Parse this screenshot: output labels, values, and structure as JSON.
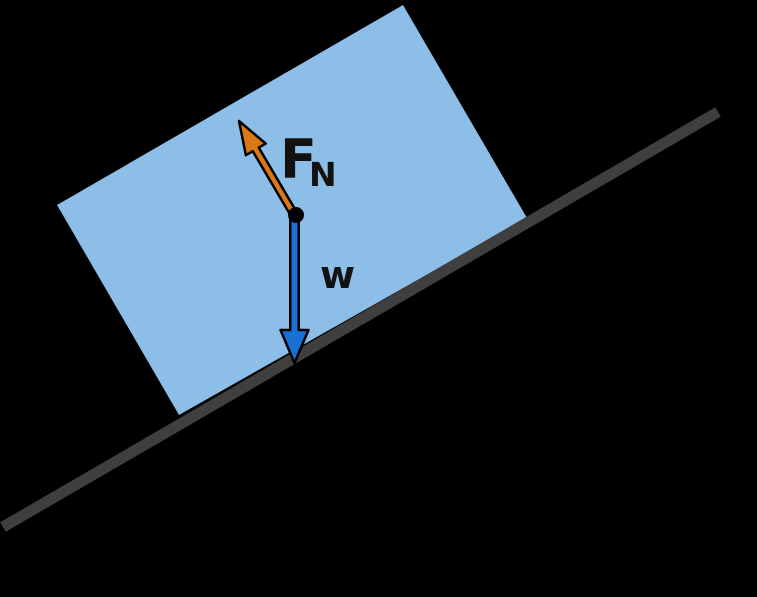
{
  "figure": {
    "labels": {
      "normal_force": "F",
      "normal_force_subscript": "N",
      "weight": "w"
    },
    "colors": {
      "background": "#000000",
      "block_fill": "#8CBEE8",
      "incline_stroke": "#3F3F3F",
      "normal_force_fill": "#DC7716",
      "weight_fill": "#1971D6",
      "outline": "#000000",
      "label_text": "#121212"
    }
  }
}
